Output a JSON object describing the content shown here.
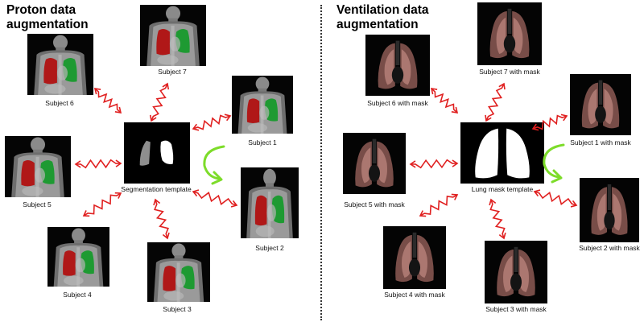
{
  "left": {
    "title_line1": "Proton data",
    "title_line2": "augmentation",
    "template_label": "Segmentation template",
    "subjects": [
      "Subject 7",
      "Subject 6",
      "Subject 1",
      "Subject 5",
      "Subject 2",
      "Subject 4",
      "Subject 3"
    ]
  },
  "right": {
    "title_line1": "Ventilation data",
    "title_line2": "augmentation",
    "template_label": "Lung mask template",
    "subjects": [
      "Subject 7 with mask",
      "Subject 6 with mask",
      "Subject 1 with mask",
      "Subject 5 with mask",
      "Subject 2 with mask",
      "Subject 4 with mask",
      "Subject 3 with mask"
    ]
  },
  "colors": {
    "arrow": "#e02020",
    "curved_arrow": "#7ddc2a",
    "left_lung": "#b01818",
    "right_lung": "#1e9a32",
    "ventilation": "#d98a82"
  }
}
